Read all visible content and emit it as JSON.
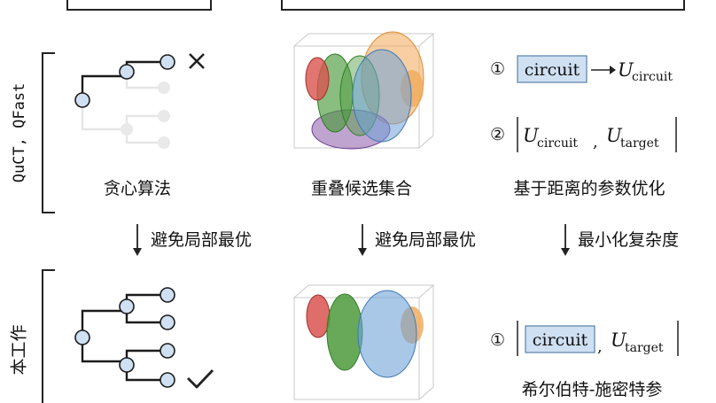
{
  "row1": {
    "side_label": "QuCT, QFast",
    "col1_caption": "贪心算法",
    "col2_caption": "重叠候选集合",
    "col3_caption": "基于距离的参数优化"
  },
  "arrows": {
    "col1": "避免局部最优",
    "col2": "避免局部最优",
    "col3": "最小化复杂度"
  },
  "row2": {
    "side_label": "本工作",
    "col3_caption": "希尔伯特-施密特参"
  },
  "formulas": {
    "f1_num": "①",
    "f1_box": "circuit",
    "f1_U": "U",
    "f1_sub": "circuit",
    "f2_num": "②",
    "f2_U1": "U",
    "f2_sub1": "circuit",
    "f2_comma": ",",
    "f2_U2": "U",
    "f2_sub2": "target",
    "f3_num": "①",
    "f3_box": "circuit",
    "f3_comma": ",",
    "f3_U": "U",
    "f3_sub": "target"
  },
  "icons": {
    "fail": "cross-icon",
    "success": "check-icon",
    "down": "down-arrow-icon"
  },
  "colors": {
    "node": "#cfe0f3",
    "red": "#d9534f",
    "orange": "#f0a857",
    "green": "#4c9a3c",
    "blue": "#6fa3d8",
    "purple": "#8a5aa8"
  }
}
